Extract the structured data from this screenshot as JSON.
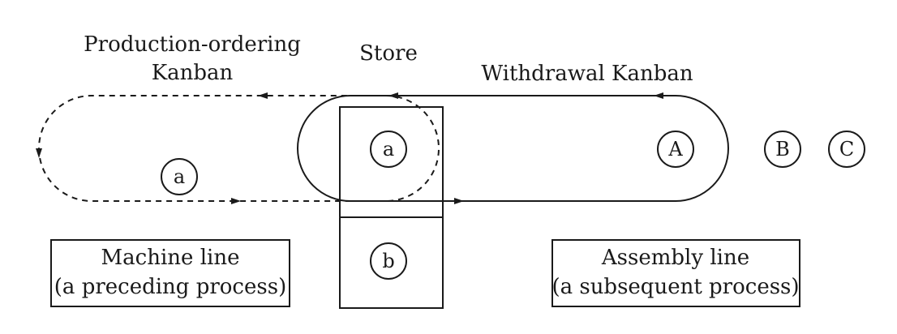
{
  "labels": {
    "production_kanban_line1": "Production-ordering",
    "production_kanban_line2": "Kanban",
    "store": "Store",
    "withdrawal_kanban": "Withdrawal Kanban"
  },
  "boxes": {
    "machine_line_title": "Machine line",
    "machine_line_subtitle": "(a preceding process)",
    "assembly_line_title": "Assembly line",
    "assembly_line_subtitle": "(a subsequent process)"
  },
  "circles": {
    "store_top": "a",
    "store_bottom": "b",
    "production_loop": "a",
    "assembly_a": "A",
    "assembly_b": "B",
    "assembly_c": "C"
  }
}
